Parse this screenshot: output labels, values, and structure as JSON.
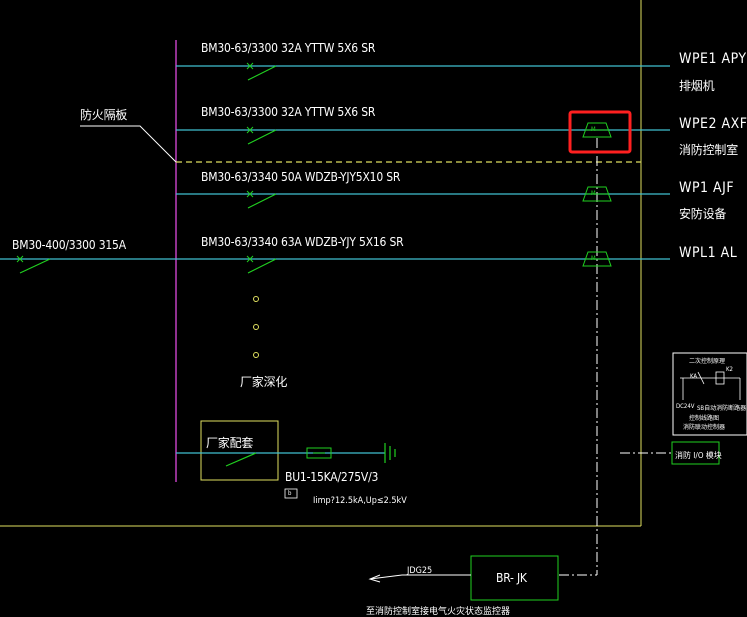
{
  "colors": {
    "background": "#000000",
    "bus_magenta": "#c040c0",
    "feeder_cyan": "#40c0d0",
    "breaker_green": "#20d020",
    "frame_yellow": "#e0e060",
    "highlight_red": "#ff2020",
    "text_white": "#ffffff"
  },
  "feeders": [
    {
      "label": "BM30-63/3300   32A    YTTW 5X6    SR",
      "circuit": "WPE1   APY",
      "load": "排烟机"
    },
    {
      "label": "BM30-63/3300   32A    YTTW 5X6    SR",
      "circuit": "WPE2   AXF",
      "load": "消防控制室"
    },
    {
      "label": "BM30-63/3340   50A    WDZB-YJY5X10  SR",
      "circuit": "WP1    AJF",
      "load": "安防设备"
    },
    {
      "label": "BM30-63/3340   63A    WDZB-YJY 5X16    SR",
      "circuit": "WPL1    AL",
      "load": ""
    }
  ],
  "main_breaker": "BM30-400/3300 315A",
  "fire_switch": "防火隔板",
  "vendor_deepen": "厂家深化",
  "vendor_supply": "厂家配套",
  "spd_label": "BU1-15KA/275V/3",
  "spd_note": "Iimp?12.5kA,Up≤2.5kV",
  "small_box": "b",
  "br_box": "BR- JK",
  "jdg": "JDG25",
  "bottom_note": "至消防控制室接电气火灾状态监控器",
  "right_box_lines": [
    "二次控制原理",
    "KA",
    "K2",
    "DC24V",
    "SB自动消防断路器",
    "控制线路图",
    "消防联动控制器"
  ],
  "io_box": "消防  I/O   模块",
  "monitor_label": "M"
}
